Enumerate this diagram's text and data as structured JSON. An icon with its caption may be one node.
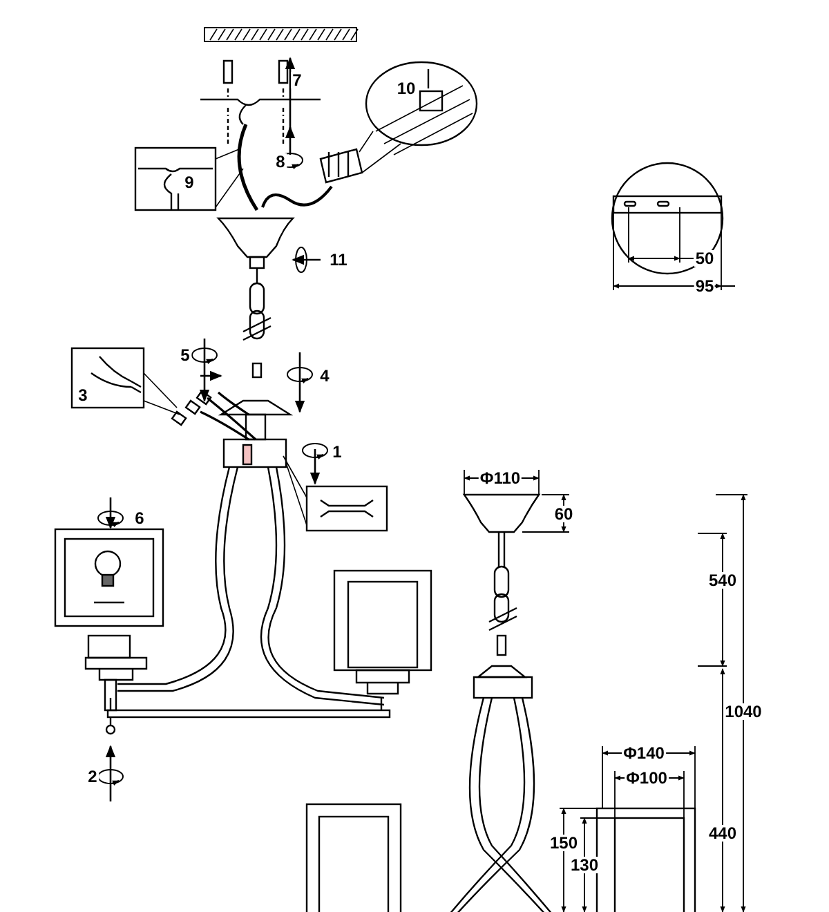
{
  "diagram": {
    "labels": [
      "7",
      "10",
      "8",
      "9",
      "11",
      "50",
      "95",
      "5",
      "4",
      "3",
      "1",
      "Φ110",
      "6",
      "60",
      "540",
      "1040",
      "Φ140",
      "Φ100",
      "150",
      "440",
      "130",
      "2"
    ]
  }
}
